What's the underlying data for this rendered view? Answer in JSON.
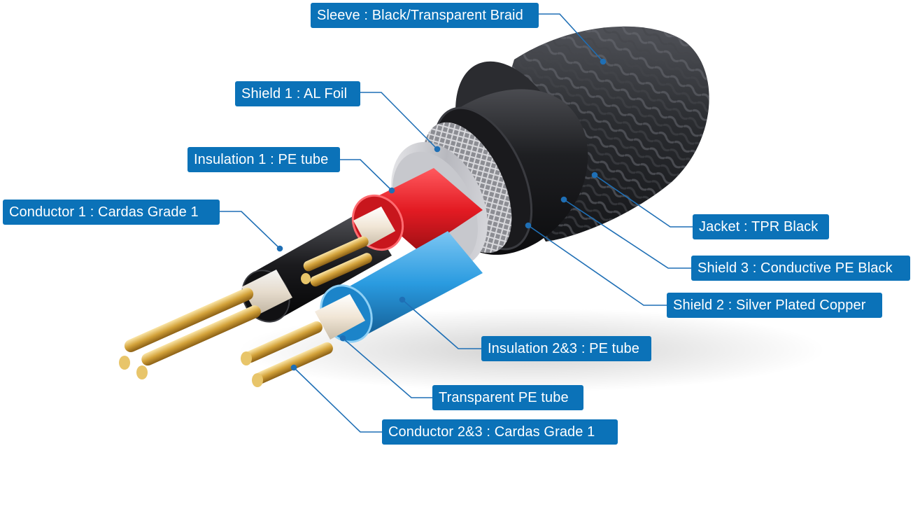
{
  "labels": {
    "sleeve": "Sleeve : Black/Transparent Braid",
    "shield1": "Shield 1 : AL Foil",
    "insulation1": "Insulation 1 : PE tube",
    "conductor1": "Conductor 1 : Cardas Grade 1",
    "jacket": "Jacket : TPR Black",
    "shield3": "Shield 3 : Conductive PE Black",
    "shield2": "Shield 2 : Silver Plated Copper",
    "insulation23": "Insulation 2&3 : PE tube",
    "transparent": "Transparent PE tube",
    "conductor23": "Conductor 2&3 : Cardas Grade 1"
  },
  "colors": {
    "label_bg": "#0b72b8",
    "leader_line": "#1f6fb5",
    "braid": "#2a2c30",
    "jacket": "#1b1c1f",
    "foil": "#d9d9de",
    "copper_braid": "#9b9ba1",
    "insulation1": "#e31b23",
    "insulation23": "#2a9be0",
    "conductor": "#d3a23a"
  }
}
